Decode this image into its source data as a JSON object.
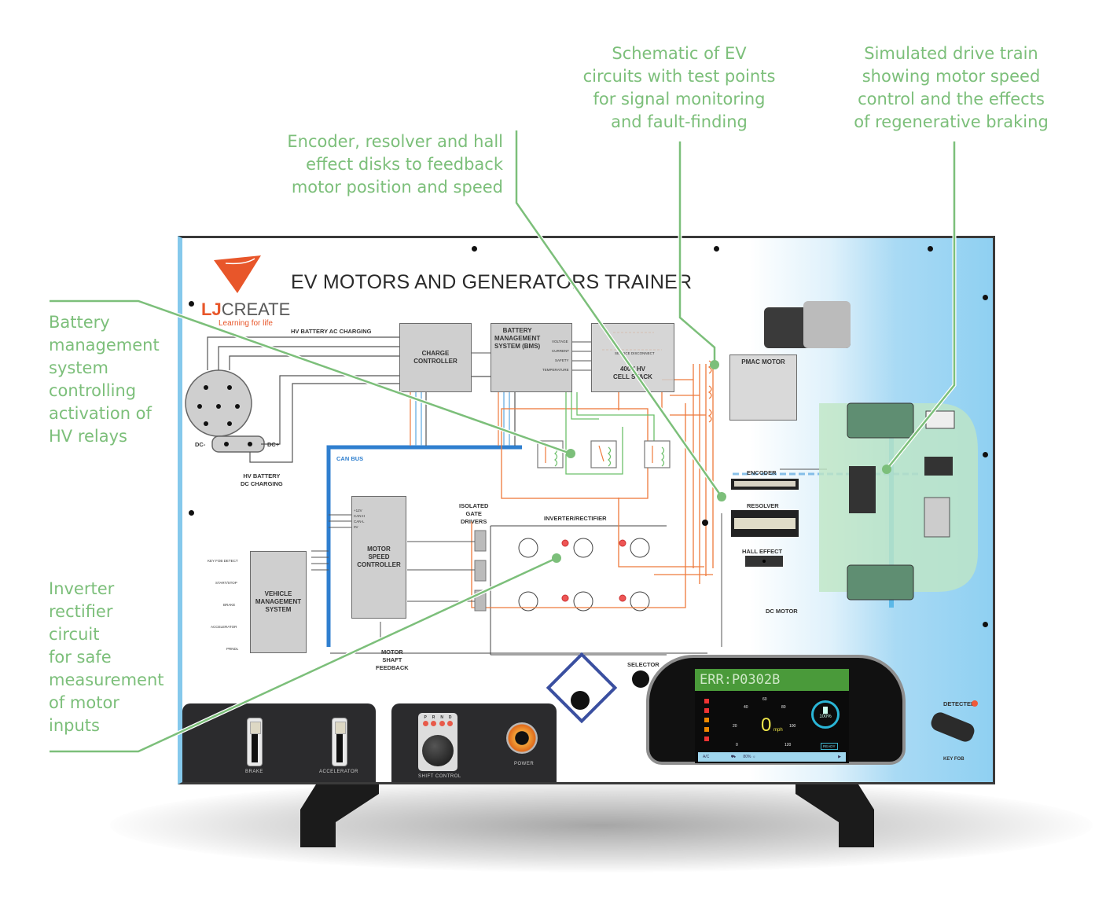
{
  "callouts": {
    "encoder": [
      "Encoder, resolver and hall",
      "effect disks to feedback",
      "motor position and speed"
    ],
    "schematic": [
      "Schematic of EV",
      "circuits with test points",
      "for signal monitoring",
      "and fault-finding"
    ],
    "drivetrain": [
      "Simulated drive train",
      "showing motor speed",
      "control and the effects",
      "of regenerative braking"
    ],
    "bms": [
      "Battery",
      "management",
      "system",
      "controlling",
      "activation of",
      "HV relays"
    ],
    "inverter": [
      "Inverter",
      "rectifier",
      "circuit",
      "for safe",
      "measurement",
      "of motor",
      "inputs"
    ]
  },
  "colors": {
    "callout_green": "#7cbf7a",
    "orange_wire": "#ee7a3c",
    "blue_bus": "#2f7fcf",
    "green_wire": "#6cc06a"
  },
  "board": {
    "title": "EV MOTORS AND GENERATORS TRAINER",
    "logo": {
      "brand_a": "LJ",
      "brand_b": "CREATE",
      "tagline": "Learning for life"
    },
    "labels": {
      "ac_charging": "HV BATTERY AC CHARGING",
      "dc_charging": [
        "HV BATTERY",
        "DC CHARGING"
      ],
      "dc_minus": "DC-",
      "dc_plus": "DC+",
      "can_bus": "CAN BUS",
      "charge_controller": [
        "CHARGE",
        "CONTROLLER"
      ],
      "bms": [
        "BATTERY",
        "MANAGEMENT",
        "SYSTEM (BMS)"
      ],
      "bms_inputs": [
        "VOLTAGE",
        "CURRENT",
        "SAFETY",
        "TEMPERATURE"
      ],
      "cell_stack": [
        "400V HV",
        "CELL STACK"
      ],
      "service_disconnect": "SERVICE DISCONNECT",
      "vms": [
        "VEHICLE",
        "MANAGEMENT",
        "SYSTEM"
      ],
      "vms_inputs": [
        "KEY FOB DETECT",
        "START/STOP",
        "BRAKE",
        "ACCELERATOR",
        "PRNDL"
      ],
      "bus_pins": [
        "+12V",
        "CAN-H",
        "CAN-L",
        "0V"
      ],
      "msc": [
        "MOTOR",
        "SPEED",
        "CONTROLLER"
      ],
      "gate_drivers": [
        "ISOLATED",
        "GATE",
        "DRIVERS"
      ],
      "inverter": "INVERTER/RECTIFIER",
      "shaft_feedback": [
        "MOTOR",
        "SHAFT",
        "FEEDBACK"
      ],
      "pmac": "PMAC MOTOR",
      "encoder": "ENCODER",
      "resolver": "RESOLVER",
      "hall": "HALL EFFECT",
      "dc_motor": "DC MOTOR",
      "selector": "SELECTOR",
      "detected": "DETECTED",
      "key_fob": "KEY FOB"
    },
    "controls": {
      "brake": "BRAKE",
      "accelerator": "ACCELERATOR",
      "shift_control": "SHIFT CONTROL",
      "gears": [
        "P",
        "R",
        "N",
        "D"
      ],
      "power": "POWER"
    },
    "dashboard": {
      "error": "ERR:P0302B",
      "speed": "0",
      "unit": "mph",
      "ticks": [
        "0",
        "20",
        "40",
        "60",
        "80",
        "100",
        "120"
      ],
      "battery": "100%",
      "ready": "READY",
      "ac": "A/C",
      "fan": "80%"
    }
  }
}
